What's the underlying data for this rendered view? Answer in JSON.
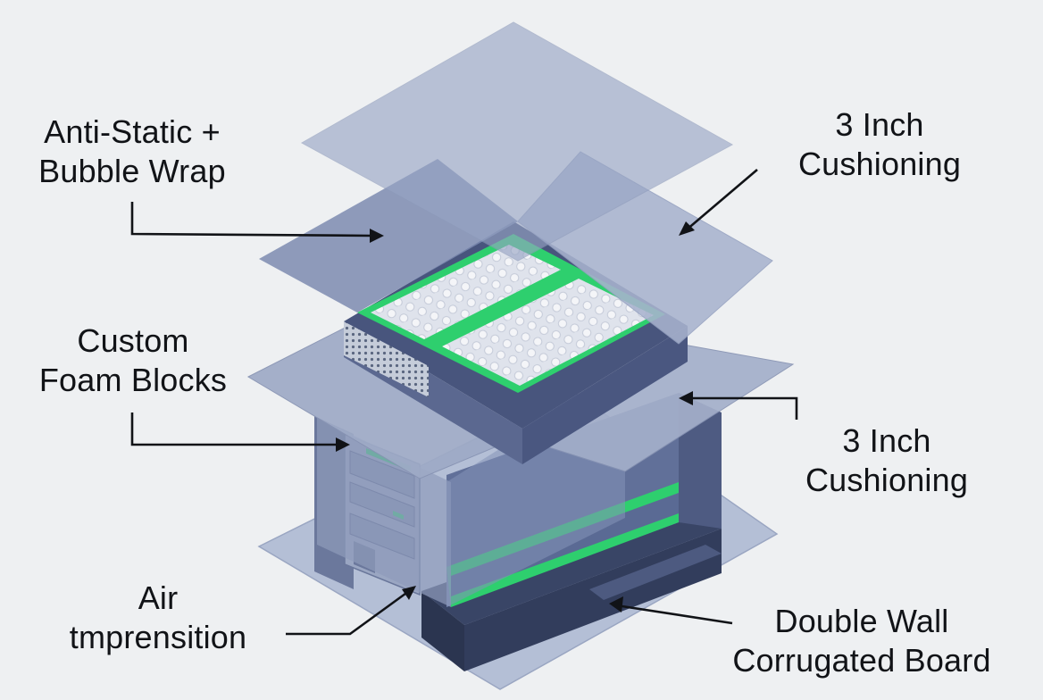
{
  "labels": {
    "anti_static": {
      "line1": "Anti-Static +",
      "line2": "Bubble Wrap"
    },
    "cushion_top": {
      "line1": "3 Inch",
      "line2": "Cushioning"
    },
    "foam_blocks": {
      "line1": "Custom",
      "line2": "Foam Blocks"
    },
    "cushion_side": {
      "line1": "3 Inch",
      "line2": "Cushioning"
    },
    "air": {
      "line1": "Air",
      "line2": "tmprensition"
    },
    "double_wall": {
      "line1": "Double Wall",
      "line2": "Corrugated Board"
    }
  },
  "colors": {
    "background": "#eef0f2",
    "box_face": "#8492b4",
    "box_dark": "#52608a",
    "flap": "#a9b4cf",
    "accent_green": "#2ecf6e",
    "bubble": "#e9ecf2",
    "text": "#111317"
  },
  "icons": {
    "arrow": "arrow-icon",
    "vent": "vent-grille-icon",
    "bubble_wrap": "hexagon-pattern-icon"
  }
}
